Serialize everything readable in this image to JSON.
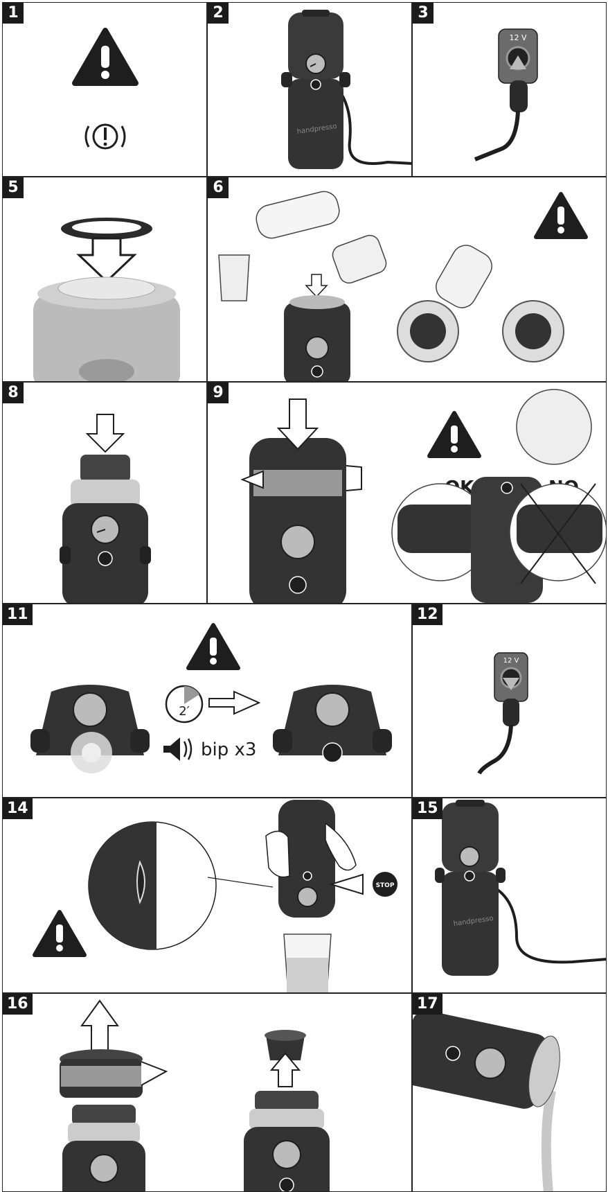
{
  "steps": [
    {
      "number": "1"
    },
    {
      "number": "2"
    },
    {
      "number": "3",
      "voltage_label": "12 V"
    },
    {
      "number": "5"
    },
    {
      "number": "6"
    },
    {
      "number": "8"
    },
    {
      "number": "9",
      "ok_label": "OK",
      "no_label": "NO"
    },
    {
      "number": "11",
      "timer_label": "2′",
      "sound_label": "bip x3"
    },
    {
      "number": "12",
      "voltage_label": "12 V"
    },
    {
      "number": "14",
      "stop_label": "STOP"
    },
    {
      "number": "15"
    },
    {
      "number": "16"
    },
    {
      "number": "17"
    }
  ],
  "brand": "handpresso",
  "colors": {
    "device": "#3a3a3a",
    "device_dark": "#262626",
    "warning": "#1e1e1e",
    "tint_grey": "#a8a8a8"
  }
}
